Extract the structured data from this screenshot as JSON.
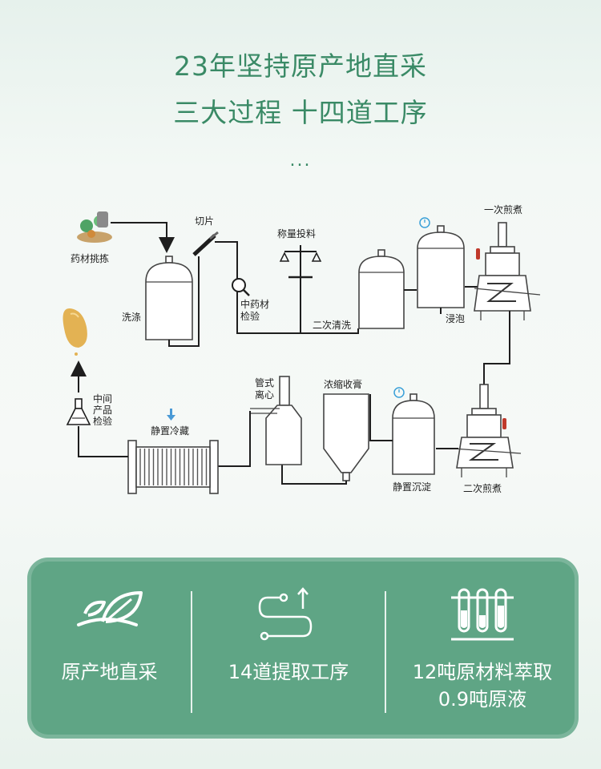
{
  "heading": {
    "line1": "23年坚持原产地直采",
    "line2": "三大过程 十四道工序",
    "ellipsis": "..."
  },
  "process": {
    "herb_selection": "药材挑拣",
    "washing": "洗涤",
    "slicing": "切片",
    "inspect_line1": "中药材",
    "inspect_line2": "检验",
    "weighing": "称量投料",
    "second_wash": "二次清洗",
    "soaking": "浸泡",
    "first_decoction": "一次煎煮",
    "second_decoction": "二次煎煮",
    "settling": "静置沉淀",
    "concentrate": "浓缩收膏",
    "centrifuge_line1": "管式",
    "centrifuge_line2": "离心",
    "cold_storage": "静置冷藏",
    "mid_line1": "中间",
    "mid_line2": "产品",
    "mid_line3": "检验"
  },
  "colors": {
    "accent": "#3a8a66",
    "panel": "#5fa585",
    "timer": "#3aa0d8",
    "thermo": "#c0392b",
    "coldarrow": "#4a9ad6"
  },
  "features": [
    {
      "icon": "leaf-icon",
      "label": "原产地直采"
    },
    {
      "icon": "process-path-icon",
      "label": "14道提取工序"
    },
    {
      "icon": "test-tubes-icon",
      "label_line1": "12吨原材料萃取",
      "label_line2": "0.9吨原液"
    }
  ]
}
